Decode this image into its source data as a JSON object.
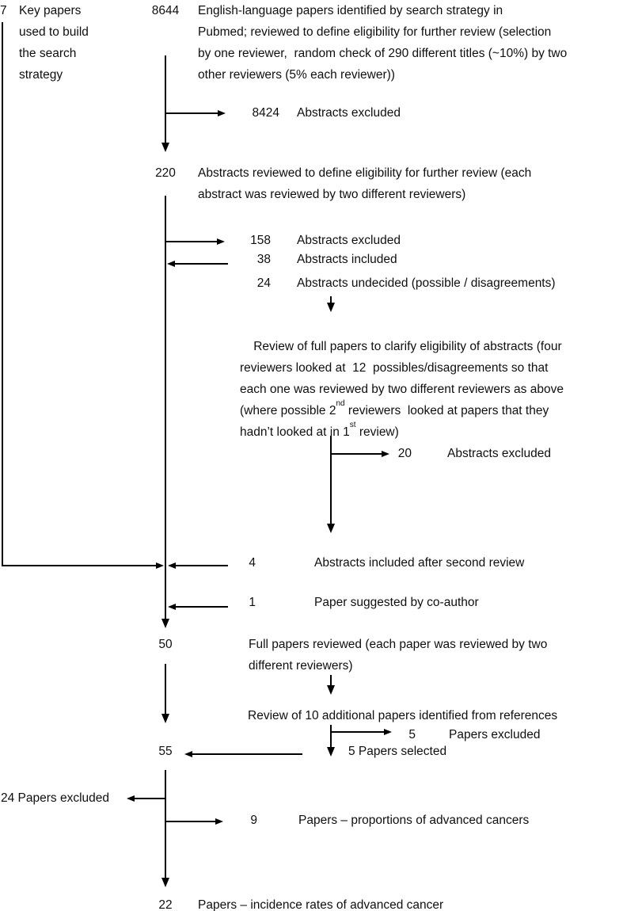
{
  "colors": {
    "line": "#000000",
    "text": "#0f0f0f",
    "background": "#ffffff"
  },
  "flow": {
    "key_papers": {
      "count": "7",
      "label": "Key papers\nused to build\nthe search\nstrategy"
    },
    "pubmed_search": {
      "count": "8644",
      "label": "English-language papers identified by search strategy in\nPubmed; reviewed to define eligibility for further review (selection\nby one reviewer,  random check of 290 different titles (~10%) by two\nother reviewers (5% each reviewer))"
    },
    "abstracts_excluded_first": {
      "count": "8424",
      "label": "Abstracts excluded"
    },
    "abstracts_reviewed": {
      "count": "220",
      "label": "Abstracts reviewed to define eligibility for further review (each\nabstract was reviewed by two different reviewers)"
    },
    "abstracts_excluded_second": {
      "count": "158",
      "label": "Abstracts excluded"
    },
    "abstracts_included": {
      "count": "38",
      "label": "Abstracts included"
    },
    "abstracts_undecided": {
      "count": "24",
      "label": "Abstracts undecided (possible / disagreements)"
    },
    "review_full_papers": {
      "part1": "Review of full papers to clarify eligibility of abstracts (four\nreviewers looked at  12  possibles/disagreements so that\neach one was reviewed by two different reviewers as above\n(where possible 2",
      "sup1": "nd",
      "part2": " reviewers  looked at papers that they\nhadn’t looked at in 1",
      "sup2": "st",
      "part3": " review)"
    },
    "abstracts_excluded_third": {
      "count": "20",
      "label": "Abstracts excluded"
    },
    "abstracts_included_second_review": {
      "count": "4",
      "label": "Abstracts included after second review"
    },
    "paper_suggested": {
      "count": "1",
      "label": "Paper suggested by co-author"
    },
    "full_papers_reviewed": {
      "count": "50",
      "label": "Full papers reviewed (each paper was reviewed by two\ndifferent reviewers)"
    },
    "review_additional": {
      "label": "Review of 10 additional papers identified from references"
    },
    "papers_excluded_refs": {
      "count": "5",
      "label": "Papers excluded"
    },
    "papers_selected": {
      "label": "5 Papers selected"
    },
    "total_full_papers": {
      "count": "55"
    },
    "papers_excluded_final": {
      "label": "24 Papers excluded"
    },
    "papers_proportions": {
      "count": "9",
      "label": "Papers – proportions of advanced cancers"
    },
    "papers_incidence": {
      "count": "22",
      "label": "Papers – incidence rates of advanced cancer"
    }
  }
}
